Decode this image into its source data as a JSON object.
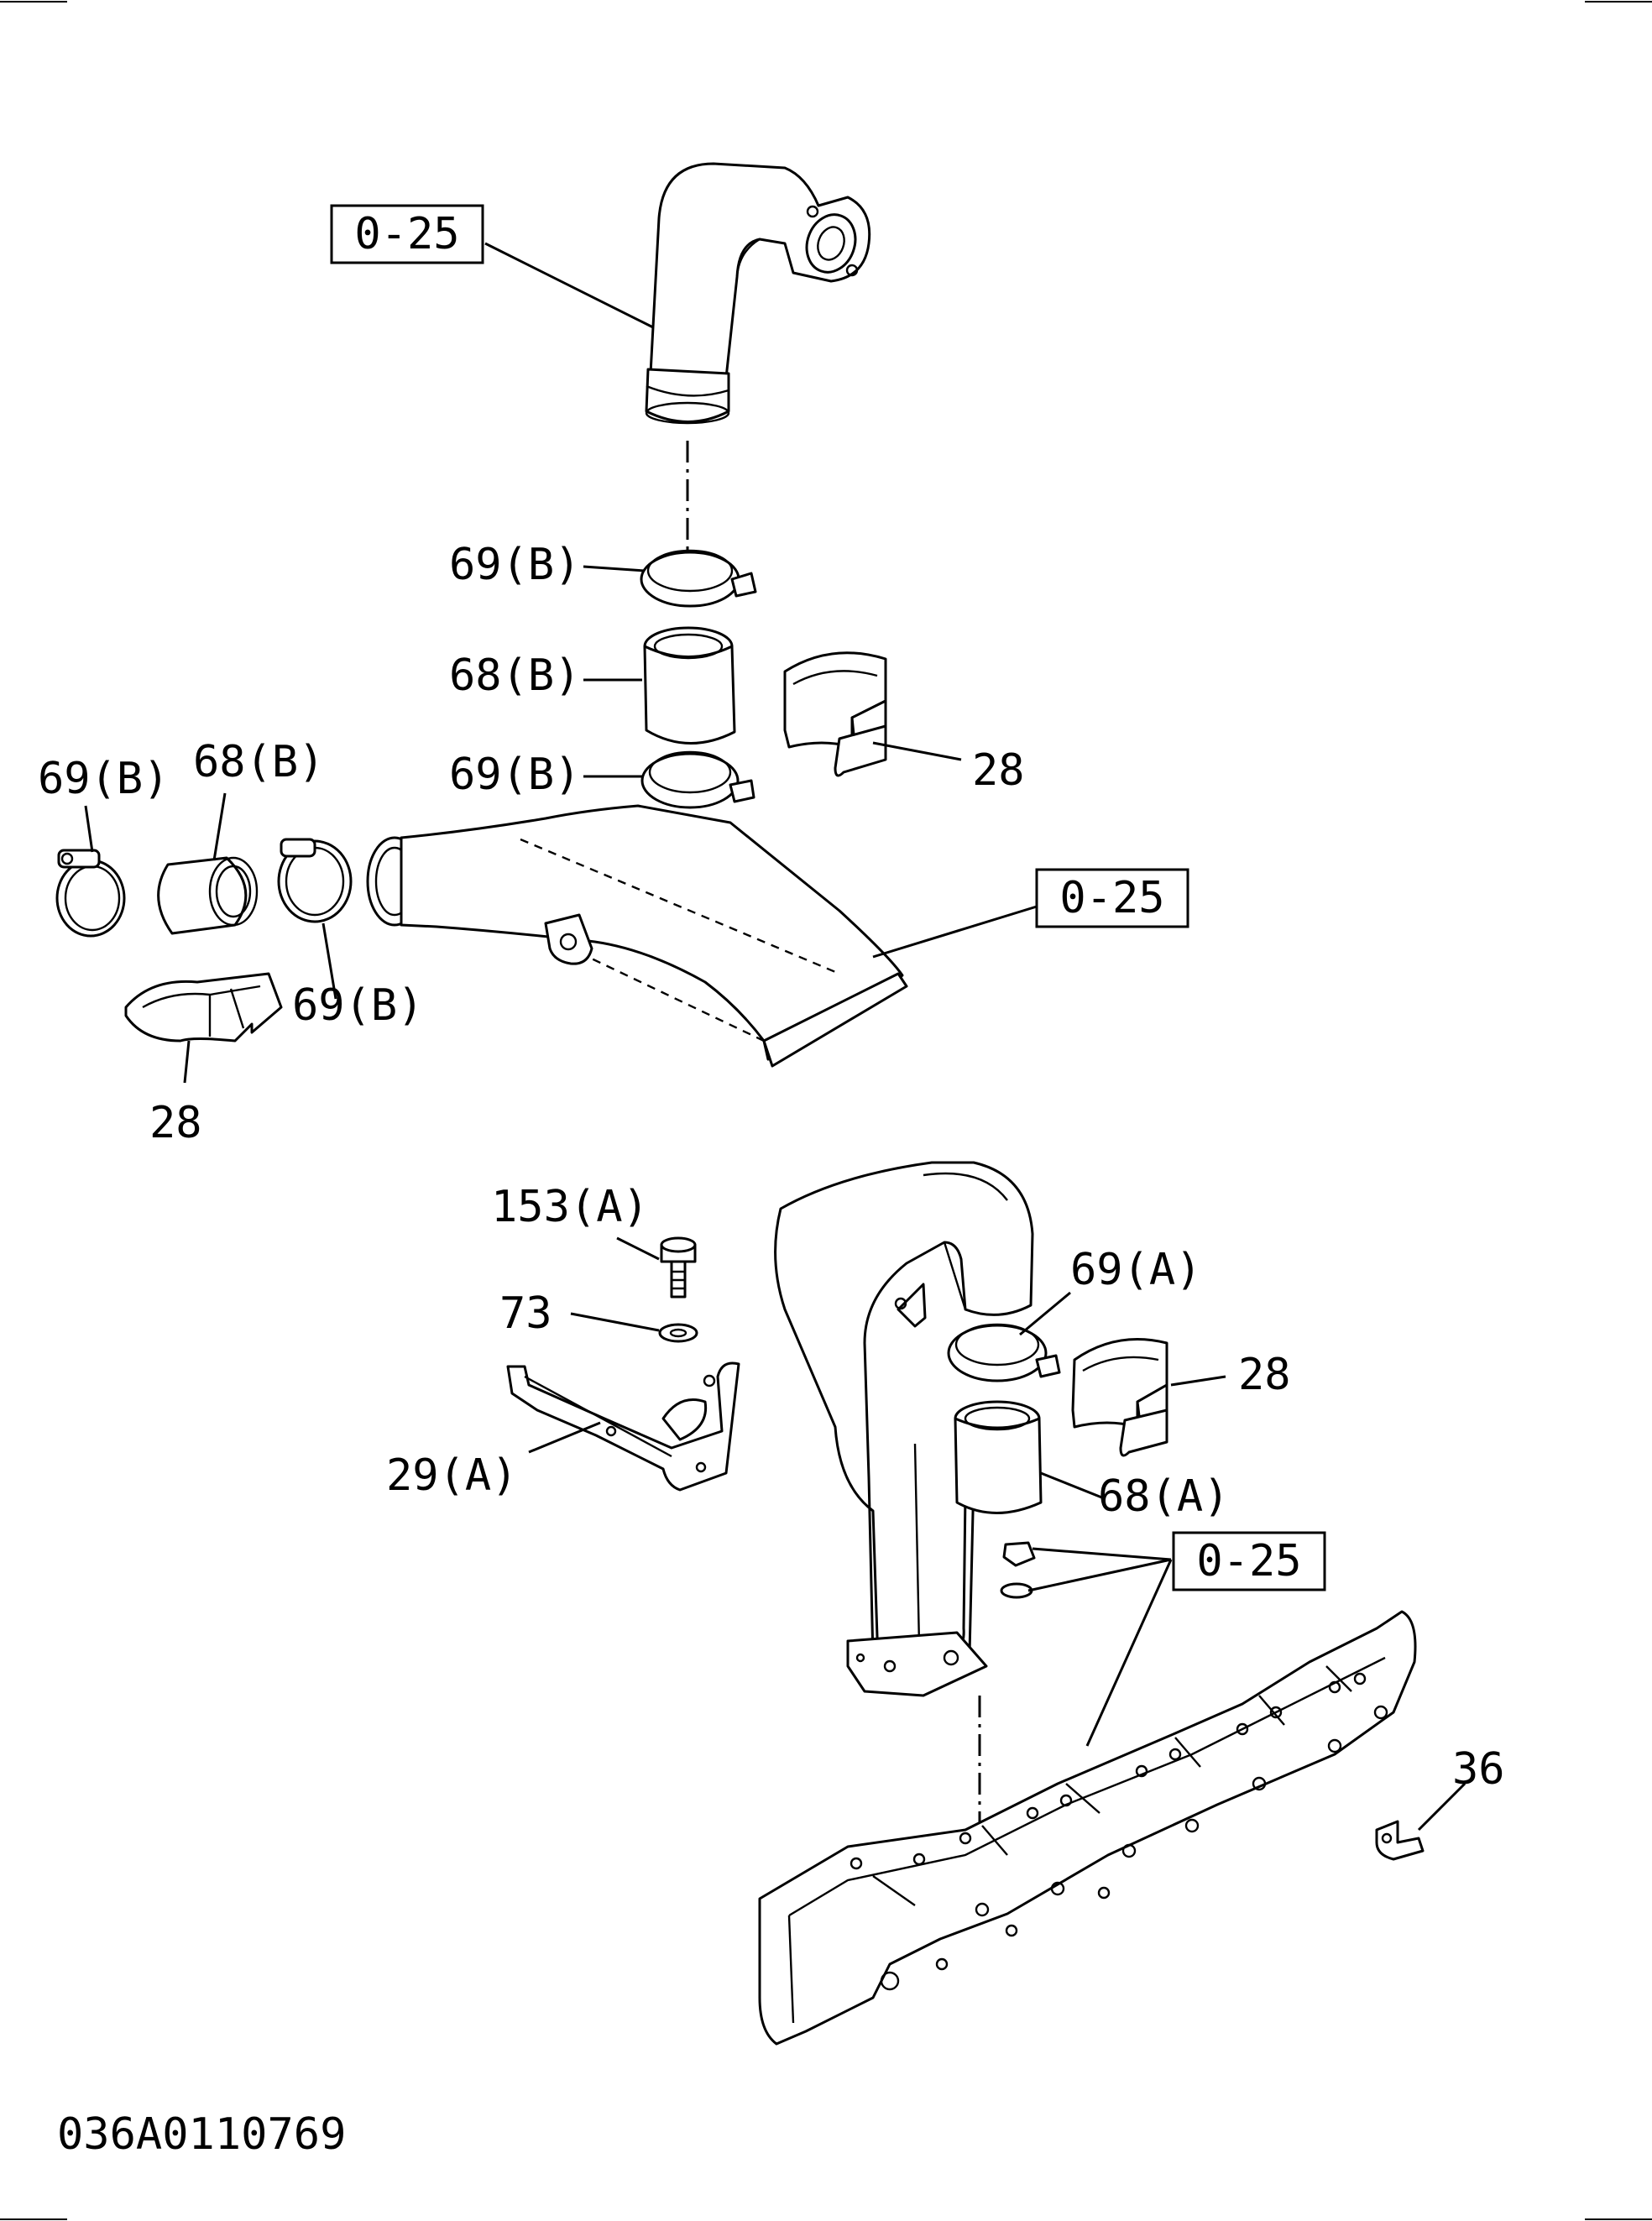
{
  "diagram": {
    "code": "036A0110769",
    "ref_boxes": {
      "top": "0-25",
      "middle": "0-25",
      "bottom": "0-25"
    },
    "callouts": {
      "clamp_b_top": "69(B)",
      "hose_b_top": "68(B)",
      "clamp_b_mid": "69(B)",
      "protector_28_top": "28",
      "clamp_b_left": "69(B)",
      "hose_b_left": "68(B)",
      "clamp_b_left2": "69(B)",
      "protector_28_left": "28",
      "bolt_153a": "153(A)",
      "washer_73": "73",
      "bracket_29a": "29(A)",
      "clamp_69a": "69(A)",
      "protector_28_bottom": "28",
      "hose_68a": "68(A)",
      "clip_36": "36"
    }
  }
}
